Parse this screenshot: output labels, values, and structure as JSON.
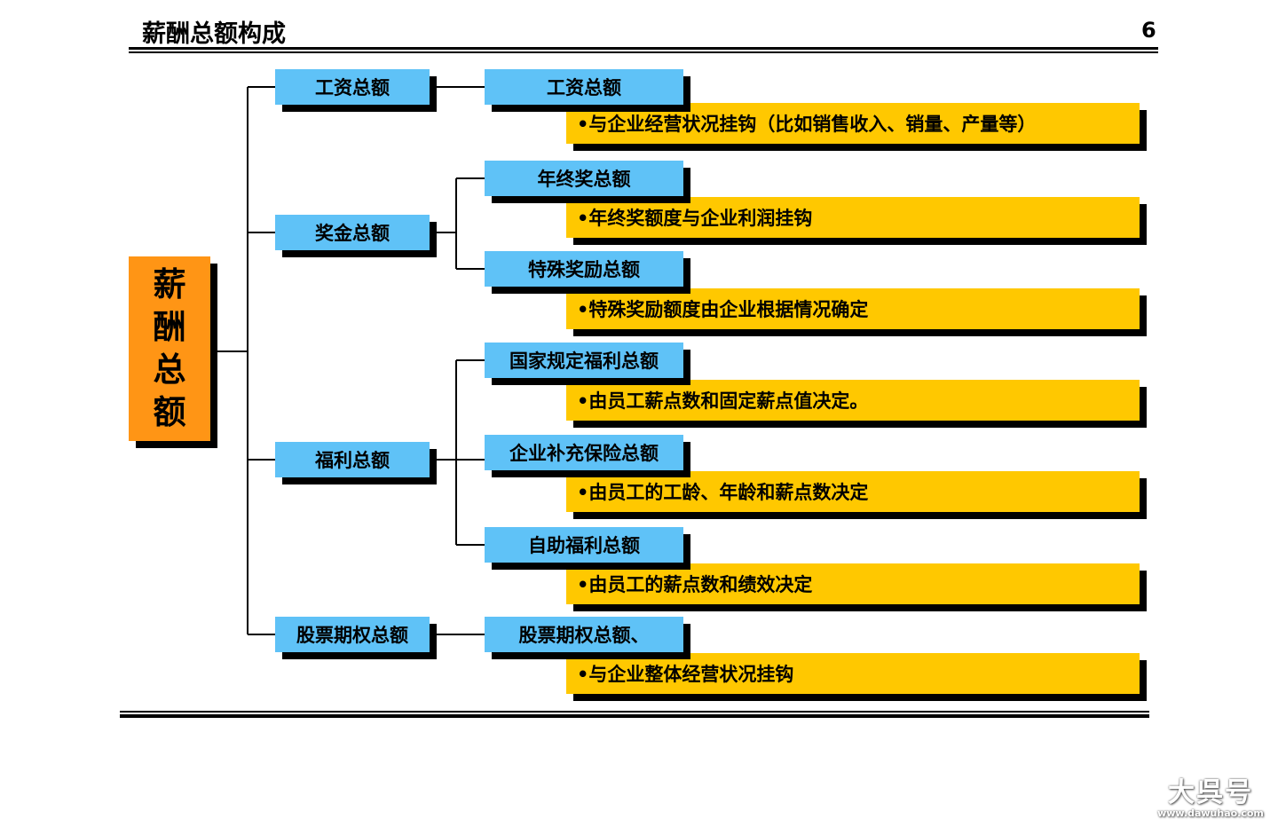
{
  "header": {
    "title": "薪酬总额构成",
    "page_number": "6"
  },
  "root": {
    "label": "薪酬总额"
  },
  "categories": [
    {
      "label": "工资总额"
    },
    {
      "label": "奖金总额"
    },
    {
      "label": "福利总额"
    },
    {
      "label": "股票期权总额"
    }
  ],
  "items": [
    {
      "label": "工资总额",
      "description": "•与企业经营状况挂钩（比如销售收入、销量、产量等）"
    },
    {
      "label": "年终奖总额",
      "description": "•年终奖额度与企业利润挂钩"
    },
    {
      "label": "特殊奖励总额",
      "description": "•特殊奖励额度由企业根据情况确定"
    },
    {
      "label": "国家规定福利总额",
      "description": "•由员工薪点数和固定薪点值决定。"
    },
    {
      "label": "企业补充保险总额",
      "description": "•由员工的工龄、年龄和薪点数决定"
    },
    {
      "label": "自助福利总额",
      "description": "•由员工的薪点数和绩效决定"
    },
    {
      "label": "股票期权总额、",
      "description": "•与企业整体经营状况挂钩"
    }
  ],
  "watermark": {
    "logo": "大呉号",
    "url": "www.dawuhao.com"
  },
  "colors": {
    "root_box": "#ff9515",
    "category_box": "#5fc2f7",
    "description_box": "#ffc800",
    "shadow": "#000000"
  }
}
